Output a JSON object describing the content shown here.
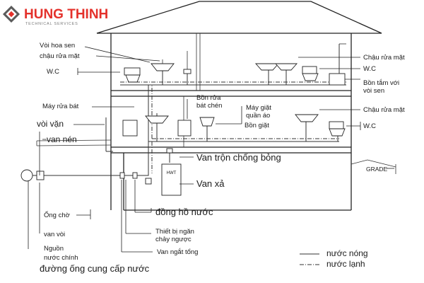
{
  "logo": {
    "brand": "HUNG THINH",
    "tagline": "TECHNICAL SERVICES",
    "colors": {
      "brand_red": "#e4312b",
      "tagline_gray": "#7a7a7a",
      "mark_gray": "#5b5b5b"
    }
  },
  "labels": {
    "voi_hoa_sen": "Vòi hoa sen",
    "chau_rua_mat_left": "chậu rửa mặt",
    "wc_left": "W.C",
    "may_rua_bat": "Máy rửa bát",
    "voi_van": "vòi vặn",
    "van_nen": "van nén",
    "ong_cho": "Ống chờ",
    "van_voi": "van vòi",
    "nguon_nuoc_chinh_1": "Nguồn",
    "nguon_nuoc_chinh_2": "nước chính",
    "duong_ong": "đường ống cung cấp nước",
    "bon_rua_bat_chen_1": "Bồn rửa",
    "bon_rua_bat_chen_2": "bát chén",
    "may_giat_1": "Máy giặt",
    "may_giat_2": "quần áo",
    "bon_giat": "Bồn giặt",
    "van_tron": "Van trộn chống bỏng",
    "hwt": "HWT",
    "van_xa": "Van xả",
    "dong_ho_nuoc": "đồng hồ nước",
    "thiet_bi_1": "Thiết bị ngăn",
    "thiet_bi_2": "chảy ngược",
    "van_ngat_tong": "Van ngắt tổng",
    "chau_rua_mat_right_top": "Chậu rửa mặt",
    "wc_right_top": "W.C",
    "bon_tam_1": "Bồn tắm với",
    "bon_tam_2": "vòi sen",
    "chau_rua_mat_right_mid": "Chậu rửa mặt",
    "wc_right_mid": "W.C",
    "grade": "GRADE"
  },
  "legend": {
    "hot": "nước nóng",
    "cold": "nước lạnh"
  }
}
